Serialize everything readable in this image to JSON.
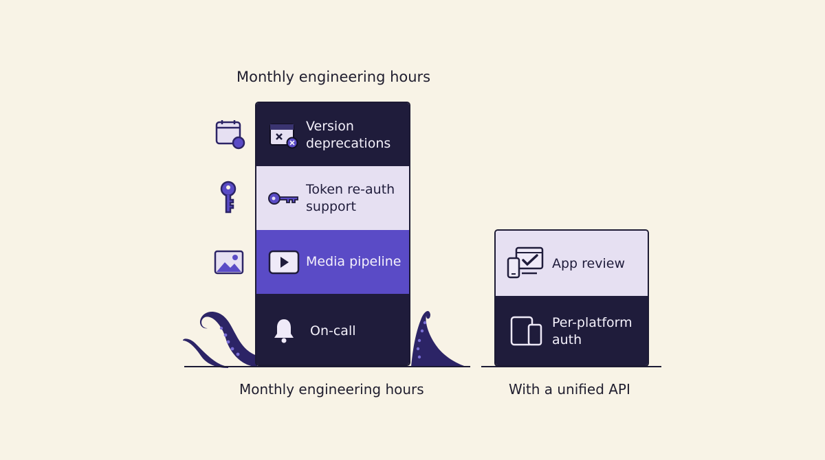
{
  "title_top": "Monthly engineering hours",
  "left_stack": {
    "segments": [
      {
        "label_line1": "Version",
        "label_line2": "deprecations",
        "icon": "calendar-x-icon",
        "side_icon": "calendar-icon"
      },
      {
        "label_line1": "Token re-auth",
        "label_line2": "support",
        "icon": "key-icon",
        "side_icon": "key-icon"
      },
      {
        "label_line1": "Media pipeline",
        "label_line2": "",
        "icon": "play-icon",
        "side_icon": "image-icon"
      },
      {
        "label_line1": "On-call",
        "label_line2": "",
        "icon": "bell-icon"
      }
    ],
    "caption": "Monthly engineering hours"
  },
  "right_stack": {
    "segments": [
      {
        "label_line1": "App review",
        "label_line2": "",
        "icon": "devices-check-icon"
      },
      {
        "label_line1": "Per-platform",
        "label_line2": "auth",
        "icon": "tablet-phone-icon"
      }
    ],
    "caption": "With a unified API"
  },
  "colors": {
    "background": "#f8f3e6",
    "dark": "#1f1c3b",
    "lavender": "#e6e0f2",
    "violet": "#5a4bc6",
    "tentacle": "#2c2466"
  }
}
